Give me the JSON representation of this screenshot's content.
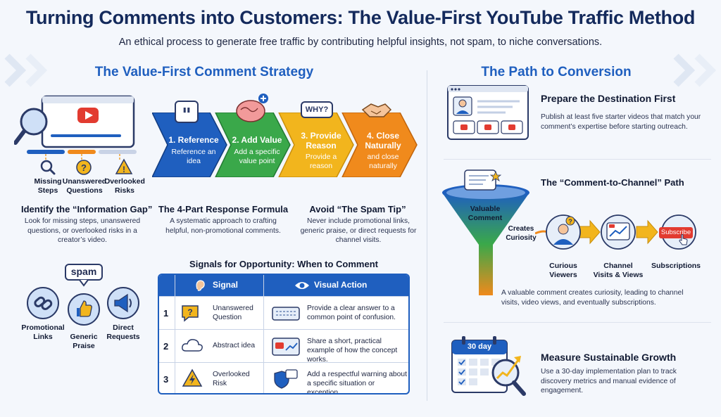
{
  "header": {
    "title": "Turning Comments into Customers: The Value-First YouTube Traffic Method",
    "subtitle": "An ethical process to generate free traffic by contributing helpful insights, not spam, to niche conversations."
  },
  "strategy": {
    "title": "The Value-First Comment Strategy",
    "gaps": {
      "labels": [
        {
          "l1": "Missing",
          "l2": "Steps"
        },
        {
          "l1": "Unanswered",
          "l2": "Questions"
        },
        {
          "l1": "Overlooked",
          "l2": "Risks"
        }
      ],
      "heading": "Identify the “Information Gap”",
      "body": "Look for missing steps, unanswered questions, or overlooked risks in a creator’s video."
    },
    "steps": [
      {
        "title": "1. Reference",
        "desc": "Reference an idea",
        "color": "#1f5fbf",
        "icon": "quote-icon"
      },
      {
        "title": "2. Add Value",
        "desc": "Add a specific value point",
        "color": "#3aa84a",
        "icon": "brain-icon"
      },
      {
        "title": "3. Provide Reason",
        "desc": "Provide a reason",
        "color": "#f2b51d",
        "icon": "why-bubble-icon",
        "icon_text": "WHY?"
      },
      {
        "title": "4. Close Naturally",
        "desc": "and close naturally",
        "color": "#f08a1c",
        "icon": "handshake-icon"
      }
    ],
    "formula": {
      "heading": "The 4-Part Response Formula",
      "body": "A systematic approach to crafting helpful, non-promotional comments."
    },
    "spam": {
      "heading": "Avoid “The Spam Tip”",
      "body": "Never include promotional links, generic praise, or direct requests for channel visits.",
      "bubble": "spam",
      "items": [
        {
          "l1": "Promotional",
          "l2": "Links",
          "icon": "link-icon"
        },
        {
          "l1": "Generic",
          "l2": "Praise",
          "icon": "thumbs-up-icon"
        },
        {
          "l1": "Direct",
          "l2": "Requests",
          "icon": "megaphone-icon"
        }
      ]
    },
    "signals": {
      "title": "Signals for Opportunity: When to Comment",
      "col_signal": "Signal",
      "col_action": "Visual Action",
      "rows": [
        {
          "num": "1",
          "signal": "Unanswered Question",
          "action": "Provide a clear answer to a common point of confusion.",
          "icon": "question-icon"
        },
        {
          "num": "2",
          "signal": "Abstract idea",
          "action": "Share a short, practical example of how the concept works.",
          "icon": "cloud-icon"
        },
        {
          "num": "3",
          "signal": "Overlooked Risk",
          "action": "Add a respectful warning about a specific situation or exception.",
          "icon": "warning-icon"
        }
      ]
    }
  },
  "path": {
    "title": "The Path to Conversion",
    "prepare": {
      "heading": "Prepare the Destination First",
      "body": "Publish at least five starter videos that match your comment’s expertise before starting outreach."
    },
    "funnel": {
      "heading": "The “Comment-to-Channel” Path",
      "funnel_label": "Valuable Comment",
      "creates": "Creates Curiosity",
      "stages": [
        {
          "label": "Curious Viewers"
        },
        {
          "label": "Channel Visits & Views"
        },
        {
          "label": "Subscriptions"
        }
      ],
      "subscribe_btn": "Subscribe",
      "body": "A valuable comment creates curiosity, leading to channel visits, video views, and eventually subscriptions."
    },
    "measure": {
      "calendar_label": "30 day",
      "heading": "Measure Sustainable Growth",
      "body": "Use a 30-day implementation plan to track discovery metrics and manual evidence of engagement."
    }
  }
}
